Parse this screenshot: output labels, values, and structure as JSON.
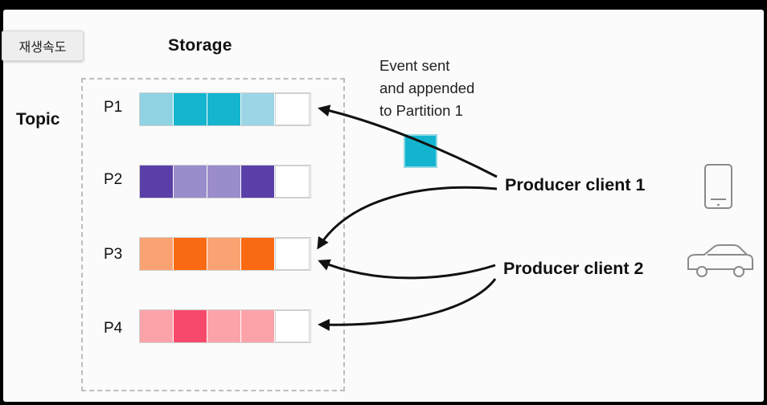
{
  "overlay": {
    "speed_label": "재생속도"
  },
  "storage": {
    "title": "Storage"
  },
  "topic": {
    "title": "Topic"
  },
  "partitions": [
    {
      "label": "P1",
      "colors": [
        "#8fd3e3",
        "#15b5cf",
        "#15b5cf",
        "#9bd5e6",
        "#ffffff"
      ]
    },
    {
      "label": "P2",
      "colors": [
        "#5a3fa8",
        "#9b8ccc",
        "#9b8ccc",
        "#5a3fa8",
        "#ffffff"
      ]
    },
    {
      "label": "P3",
      "colors": [
        "#fba273",
        "#f96a12",
        "#fba273",
        "#f96a12",
        "#ffffff"
      ]
    },
    {
      "label": "P4",
      "colors": [
        "#fca3aa",
        "#f74a6a",
        "#fca3aa",
        "#fca3aa",
        "#ffffff"
      ]
    }
  ],
  "event": {
    "line1": "Event sent",
    "line2": "and appended",
    "line3": "to Partition 1",
    "color": "#13b4cf"
  },
  "producers": [
    {
      "label": "Producer client 1",
      "icon": "phone-icon"
    },
    {
      "label": "Producer client 2",
      "icon": "car-icon"
    }
  ]
}
